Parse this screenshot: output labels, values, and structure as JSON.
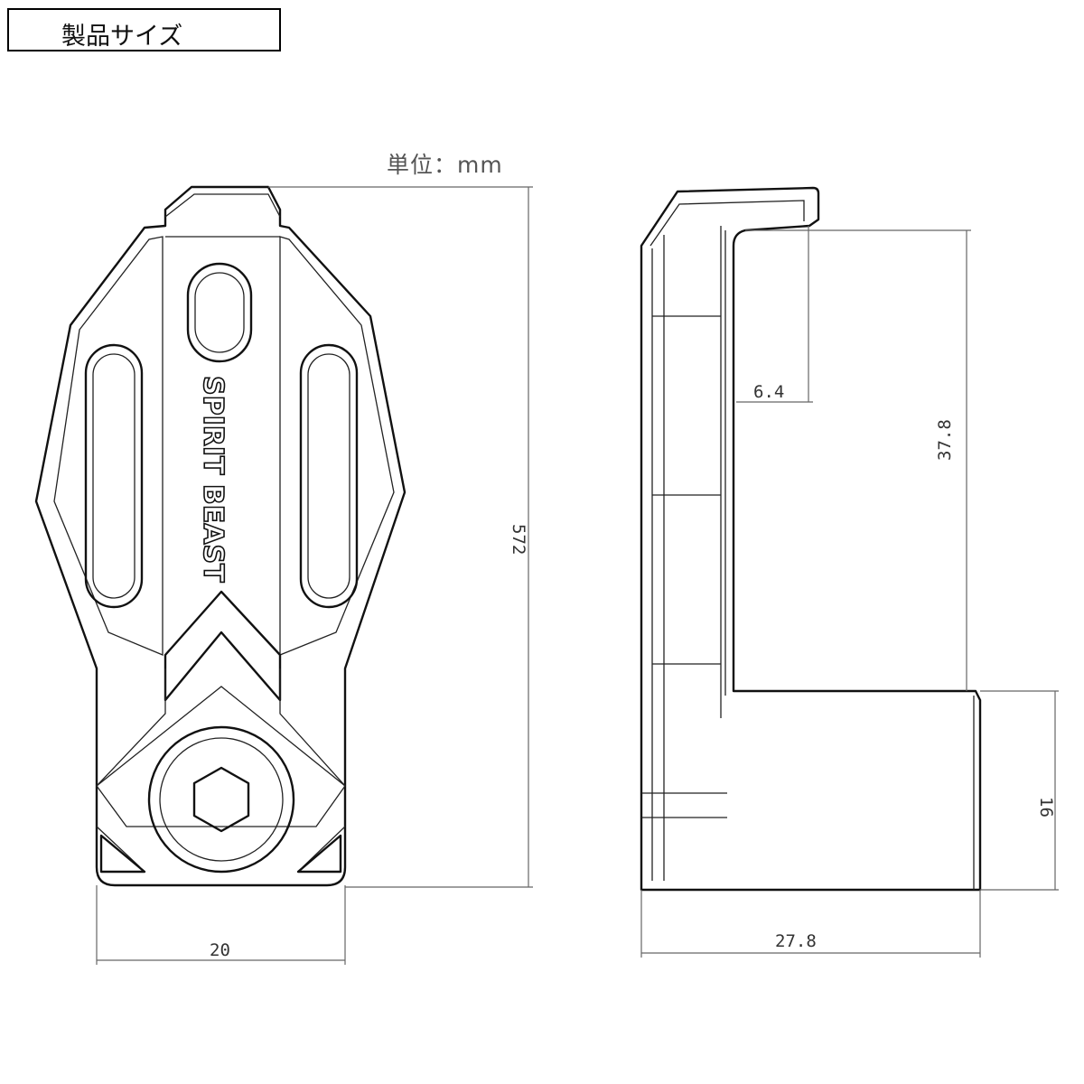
{
  "header": {
    "title": "製品サイズ",
    "unit": "単位：mm"
  },
  "product_logo": "SPIRIT BEAST",
  "dimensions": {
    "total_height": "572",
    "front_width": "20",
    "side_depth": "27.8",
    "hook_height": "37.8",
    "hook_gap": "6.4",
    "base_height": "16"
  }
}
